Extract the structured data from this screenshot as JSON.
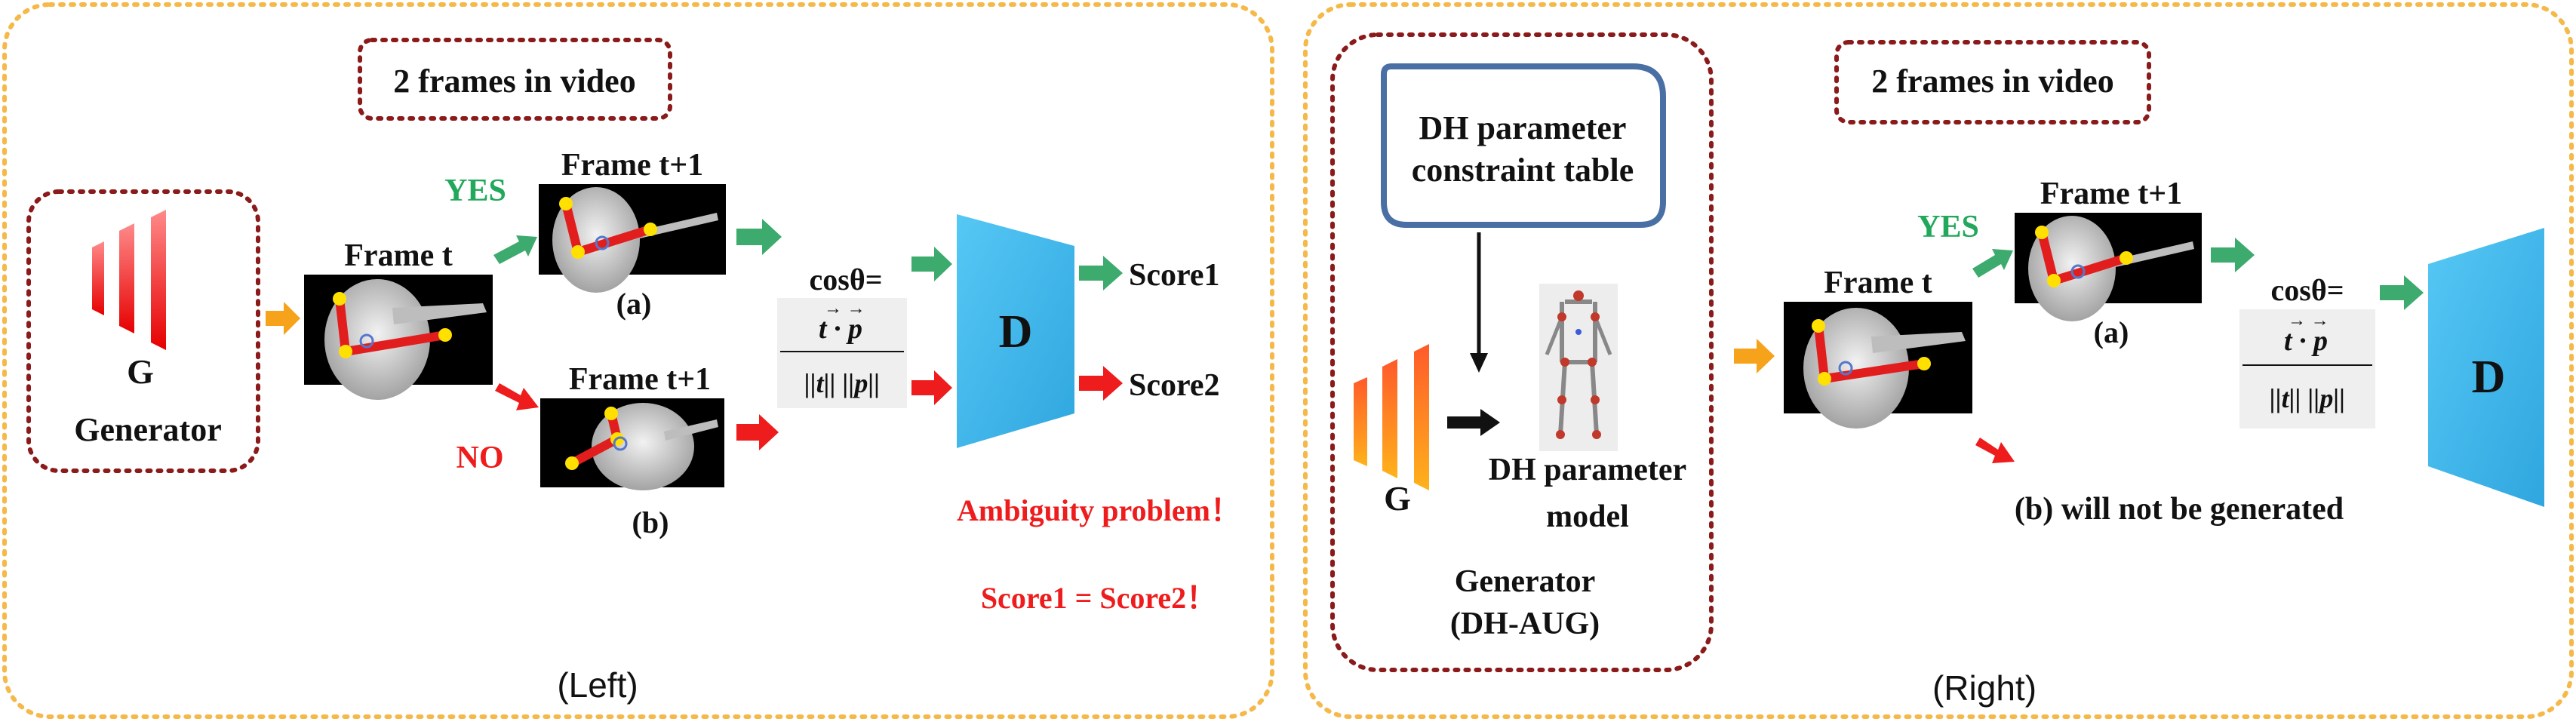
{
  "colors": {
    "panel_border": "#F5B94A",
    "box_border": "#8B1A1A",
    "constraint_border": "#4A6FA5",
    "arrow_green": "#3DAA6E",
    "arrow_red": "#EE1C1C",
    "arrow_orange": "#F7A21B",
    "discriminator": "#36B7EC",
    "yes_green": "#22A85A",
    "red_text": "#EE1C1C"
  },
  "left": {
    "box_label": "2 frames in video",
    "generator_letter": "G",
    "generator_label": "Generator",
    "frame_t": "Frame t",
    "frame_t1_top": "Frame t+1",
    "frame_t1_bottom": "Frame t+1",
    "yes": "YES",
    "no": "NO",
    "caption_a": "(a)",
    "caption_b": "(b)",
    "cos": "cosθ=",
    "numerator": "t · p",
    "denominator": "||t|| ||p||",
    "disc": "D",
    "score1": "Score1",
    "score2": "Score2",
    "ambiguity": "Ambiguity problem！",
    "equality": "Score1 = Score2！",
    "panel_caption": "(Left)"
  },
  "right": {
    "constraint_table": "DH parameter constraint table",
    "generator_letter": "G",
    "dh_model_line1": "DH parameter",
    "dh_model_line2": "model",
    "generator_line1": "Generator",
    "generator_line2": "(DH-AUG)",
    "box_label": "2 frames in video",
    "yes": "YES",
    "frame_t": "Frame t",
    "frame_t1": "Frame t+1",
    "caption_a": "(a)",
    "cos": "cosθ=",
    "numerator": "t · p",
    "denominator": "||t|| ||p||",
    "disc": "D",
    "not_generated": "(b) will not be generated",
    "panel_caption": "(Right)"
  }
}
